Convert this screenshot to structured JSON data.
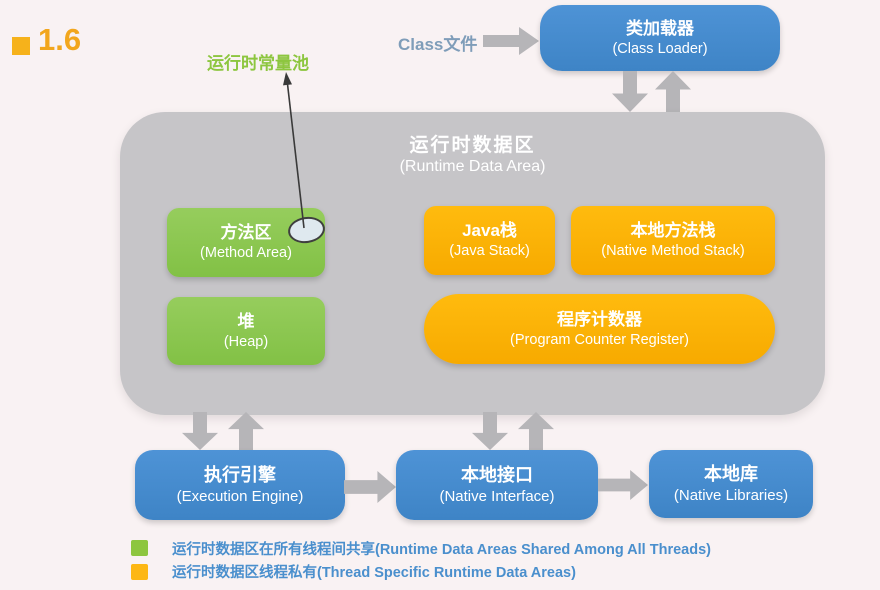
{
  "slide": {
    "section_number": "1.6"
  },
  "annotations": {
    "runtime_constant_pool_label": "运行时常量池",
    "class_file_label": "Class文件"
  },
  "class_loader": {
    "zh": "类加载器",
    "en": "(Class Loader)"
  },
  "runtime_area": {
    "title_zh": "运行时数据区",
    "title_en": "(Runtime Data Area)",
    "method_area": {
      "zh": "方法区",
      "en": "(Method Area)"
    },
    "heap": {
      "zh": "堆",
      "en": "(Heap)"
    },
    "java_stack": {
      "zh": "Java栈",
      "en": "(Java Stack)"
    },
    "native_method_stack": {
      "zh": "本地方法栈",
      "en": "(Native Method Stack)"
    },
    "program_counter_register": {
      "zh": "程序计数器",
      "en": "(Program Counter Register)"
    }
  },
  "engine_row": {
    "execution_engine": {
      "zh": "执行引擎",
      "en": "(Execution Engine)"
    },
    "native_interface": {
      "zh": "本地接口",
      "en": "(Native Interface)"
    },
    "native_libraries": {
      "zh": "本地库",
      "en": "(Native Libraries)"
    }
  },
  "legend": {
    "shared": {
      "label": "运行时数据区在所有线程间共享(Runtime Data Areas Shared Among All Threads)",
      "swatch_color": "#8dc63f"
    },
    "thread_private": {
      "label": "运行时数据区线程私有(Thread Specific Runtime Data Areas)",
      "swatch_color": "#fdb714"
    }
  },
  "colors": {
    "background": "#f9f2f3",
    "container_gray": "#c6c5c8",
    "arrow_gray": "#b6b5b8",
    "box_blue": "#4389cc",
    "box_green": "#8bc94f",
    "box_orange": "#fdb40d",
    "legend_text_blue": "#4a8fcd",
    "section_orange": "#f2a61d",
    "annotation_green": "#8dc63f",
    "class_file_text": "#7f9db9",
    "annotation_line": "#3a3a3a"
  }
}
